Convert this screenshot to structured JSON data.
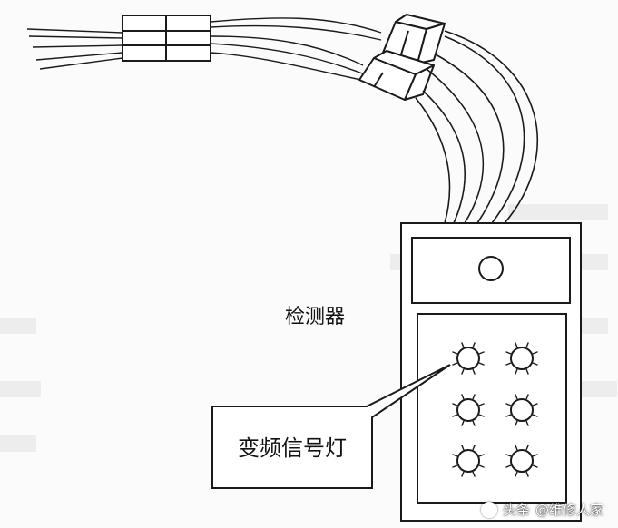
{
  "labels": {
    "detector": "检测器",
    "signal_lights": "变频信号灯"
  },
  "watermark": {
    "platform": "头条",
    "author": "@维修人家"
  },
  "colors": {
    "ink": "#1a1a1a",
    "paper": "#fbfbfb",
    "ghost_text": "#e7e7e7"
  }
}
